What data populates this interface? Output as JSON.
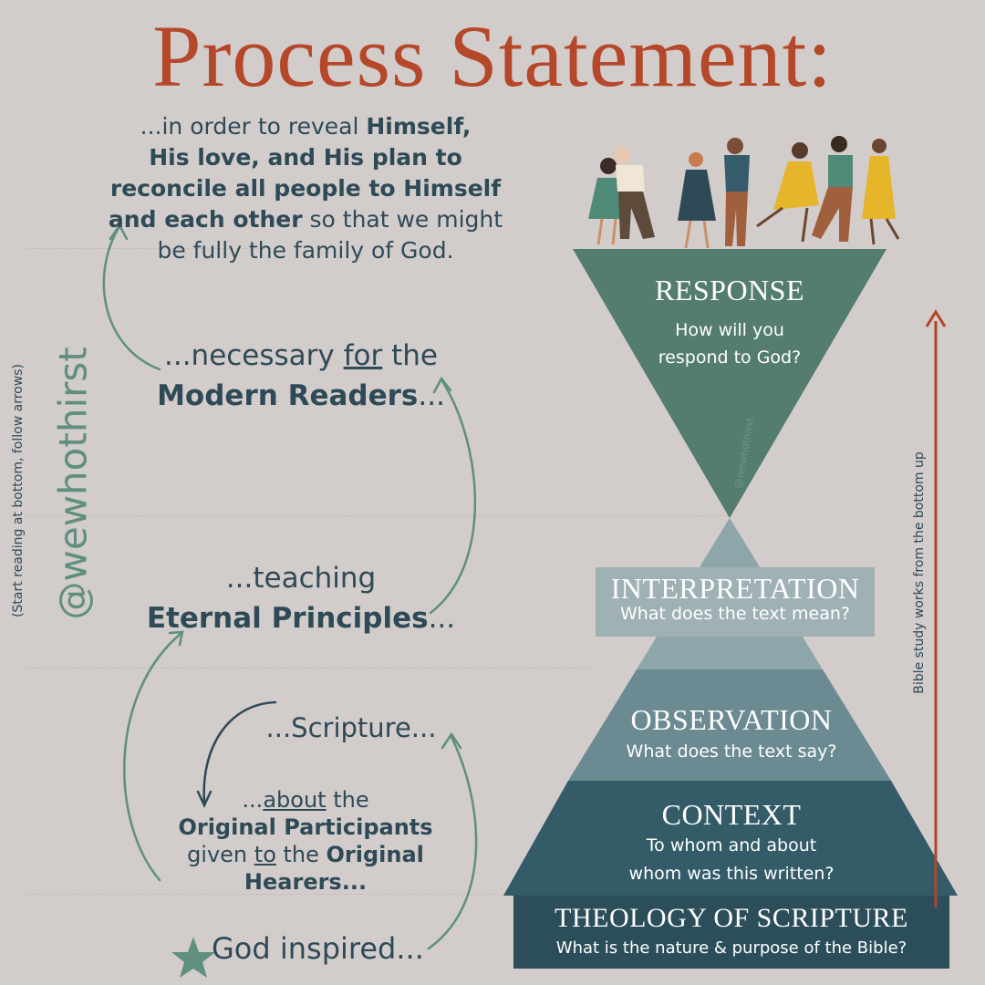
{
  "title": "Process Statement:",
  "handle": "@wewhothirst",
  "side_note": "(Start reading at bottom, follow arrows)",
  "right_note": "Bible study works from the bottom up",
  "watermark": "@wewhothirst",
  "steps": {
    "top": {
      "p1": "...in order to reveal ",
      "b1": "Himself,",
      "b2": "His love, and His plan to",
      "b3": "reconcile all people to Himself",
      "b4": "and each other",
      "p2": " so that we might",
      "p3": "be fully the family of God."
    },
    "modern": {
      "p1": "...necessary ",
      "u1": "for",
      "p2": " the",
      "b1": "Modern Readers",
      "p3": "..."
    },
    "eternal": {
      "p1": "...teaching",
      "b1": "Eternal Principles",
      "p2": "..."
    },
    "scripture": {
      "p1": "...Scripture..."
    },
    "about": {
      "p1": "...",
      "u1": "about",
      "p2": " the",
      "b1": "Original Participants",
      "p3": "given ",
      "u2": "to",
      "p4": " the ",
      "b2": "Original",
      "b3": "Hearers..."
    },
    "god": {
      "p1": "God inspired..."
    }
  },
  "levels": {
    "response": {
      "heading": "RESPONSE",
      "sub1": "How will you",
      "sub2": "respond to God?"
    },
    "interpretation": {
      "heading": "INTERPRETATION",
      "sub": "What does the text mean?"
    },
    "observation": {
      "heading": "OBSERVATION",
      "sub": "What does the text say?"
    },
    "context": {
      "heading": "CONTEXT",
      "sub1": "To whom and about",
      "sub2": "whom was this written?"
    },
    "theology": {
      "heading": "THEOLOGY OF SCRIPTURE",
      "sub": "What is the nature & purpose of the Bible?"
    }
  },
  "colors": {
    "background": "#d2cccb",
    "title": "#b5482a",
    "text": "#2e4a57",
    "arrow": "#5f8f7e",
    "response": "#557d6f",
    "interpretation": "#8ea5aa",
    "observation": "#6b8a91",
    "context": "#335b68",
    "theology": "#2c4e5b",
    "up_arrow": "#b04527"
  },
  "icons": {
    "star": "star-icon",
    "people": "dancing-people-illustration"
  }
}
